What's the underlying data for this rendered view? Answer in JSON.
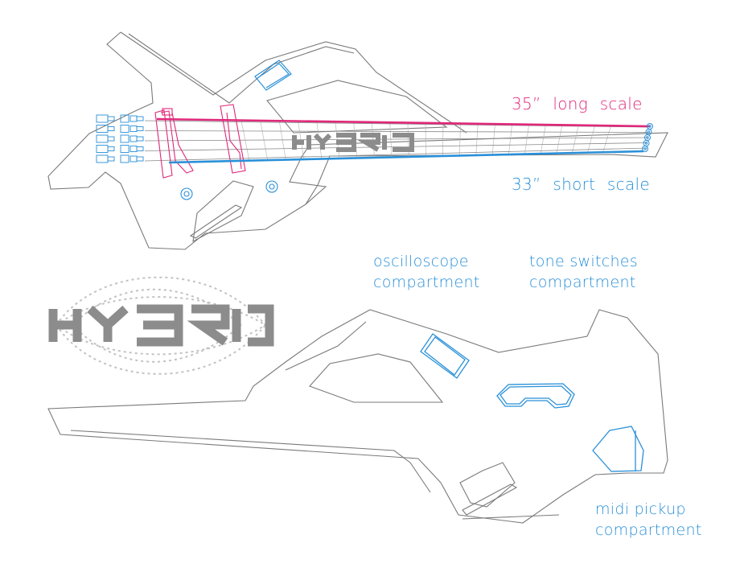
{
  "colors": {
    "outline": "#7a7a7a",
    "long_scale": "#e0287a",
    "short_scale": "#2a90d8",
    "compartment": "#2a90d8",
    "logo": "#8c8c8c",
    "logo_arc": "#c2c2c2"
  },
  "labels": {
    "long_scale": "35” long scale",
    "short_scale": "33” short scale",
    "oscilloscope_line1": "oscilloscope",
    "oscilloscope_line2": "compartment",
    "tone_line1": "tone switches",
    "tone_line2": "compartment",
    "midi_line1": "midi pickup",
    "midi_line2": "compartment"
  },
  "logo_text": "HYBRID"
}
